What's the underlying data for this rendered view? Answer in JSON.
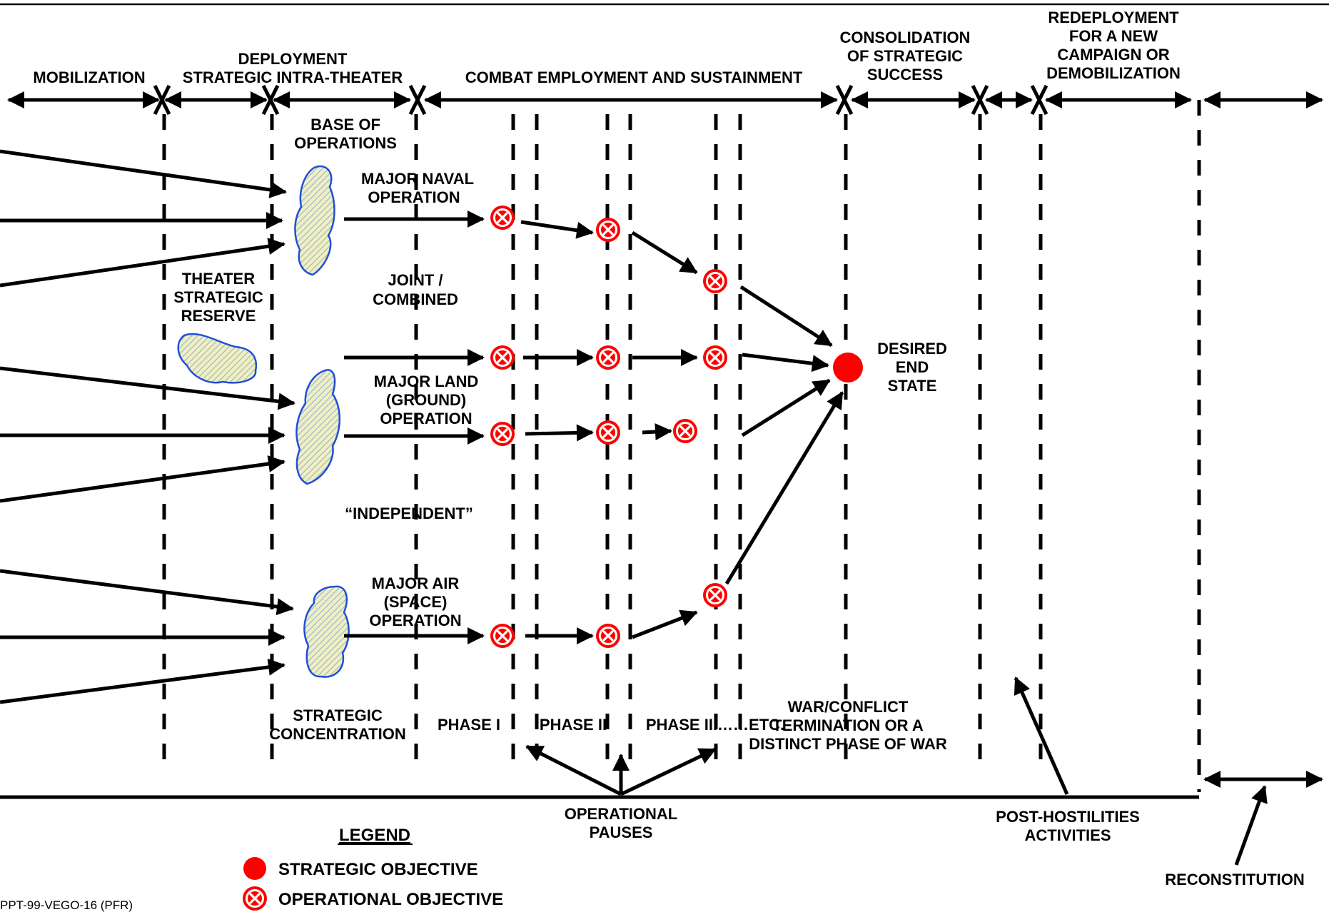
{
  "phases": {
    "mobilization": "MOBILIZATION",
    "deployment": [
      "DEPLOYMENT",
      "STRATEGIC INTRA-THEATER"
    ],
    "combat": "COMBAT EMPLOYMENT AND SUSTAINMENT",
    "consolidation": [
      "CONSOLIDATION",
      "OF STRATEGIC",
      "SUCCESS"
    ],
    "redeployment": [
      "REDEPLOYMENT",
      "FOR A NEW",
      "CAMPAIGN OR",
      "DEMOBILIZATION"
    ]
  },
  "labels": {
    "base_of_operations": [
      "BASE OF",
      "OPERATIONS"
    ],
    "major_naval": [
      "MAJOR NAVAL",
      "OPERATION"
    ],
    "theater_reserve": [
      "THEATER",
      "STRATEGIC",
      "RESERVE"
    ],
    "joint_combined": [
      "JOINT /",
      "COMBINED"
    ],
    "major_land": [
      "MAJOR LAND",
      "(GROUND)",
      "OPERATION"
    ],
    "independent": "“INDEPENDENT”",
    "major_air": [
      "MAJOR AIR",
      "(SPACE)",
      "OPERATION"
    ],
    "desired_end_state": [
      "DESIRED",
      "END",
      "STATE"
    ],
    "strategic_concentration": [
      "STRATEGIC",
      "CONCENTRATION"
    ],
    "phase_1": "PHASE I",
    "phase_2": "PHASE II",
    "phase_3": "PHASE III……ETC.",
    "war_termination": [
      "WAR/CONFLICT",
      "TERMINATION OR A",
      "DISTINCT PHASE OF WAR"
    ],
    "operational_pauses": [
      "OPERATIONAL",
      "PAUSES"
    ],
    "post_hostilities": [
      "POST-HOSTILITIES",
      "ACTIVITIES"
    ],
    "reconstitution": "RECONSTITUTION",
    "footer_code": "PPT-99-VEGO-16 (PFR)"
  },
  "legend": {
    "title": "LEGEND",
    "strategic": "STRATEGIC OBJECTIVE",
    "operational": "OPERATIONAL OBJECTIVE"
  },
  "colors": {
    "objective_red": "#ff0000",
    "blob_stroke": "#1f4fd8",
    "blob_fill": "#e2e6a0"
  }
}
